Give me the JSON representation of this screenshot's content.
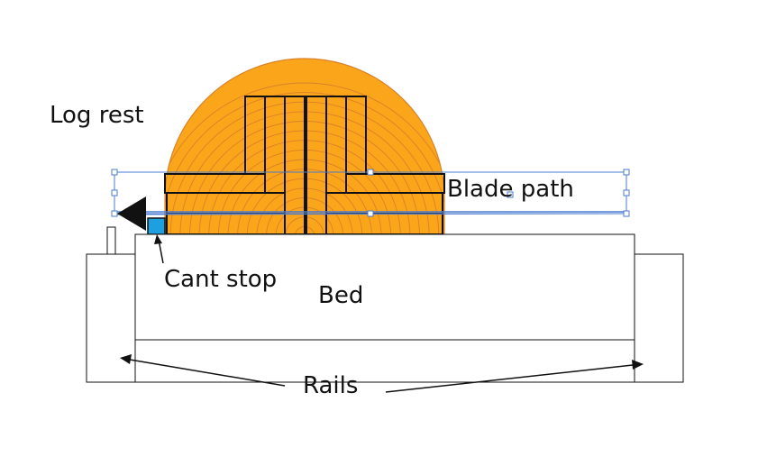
{
  "labels": {
    "log_rest": "Log rest",
    "blade_path": "Blade path",
    "cant_stop": "Cant stop",
    "bed": "Bed",
    "rails": "Rails"
  },
  "colors": {
    "log_fill": "#FAA51A",
    "growth_rings": "#D9822B",
    "cant_stop": "#1E9FE0",
    "selection_guide": "#4A7BD0",
    "outline": "#111111"
  },
  "growth_ring_count": 16
}
